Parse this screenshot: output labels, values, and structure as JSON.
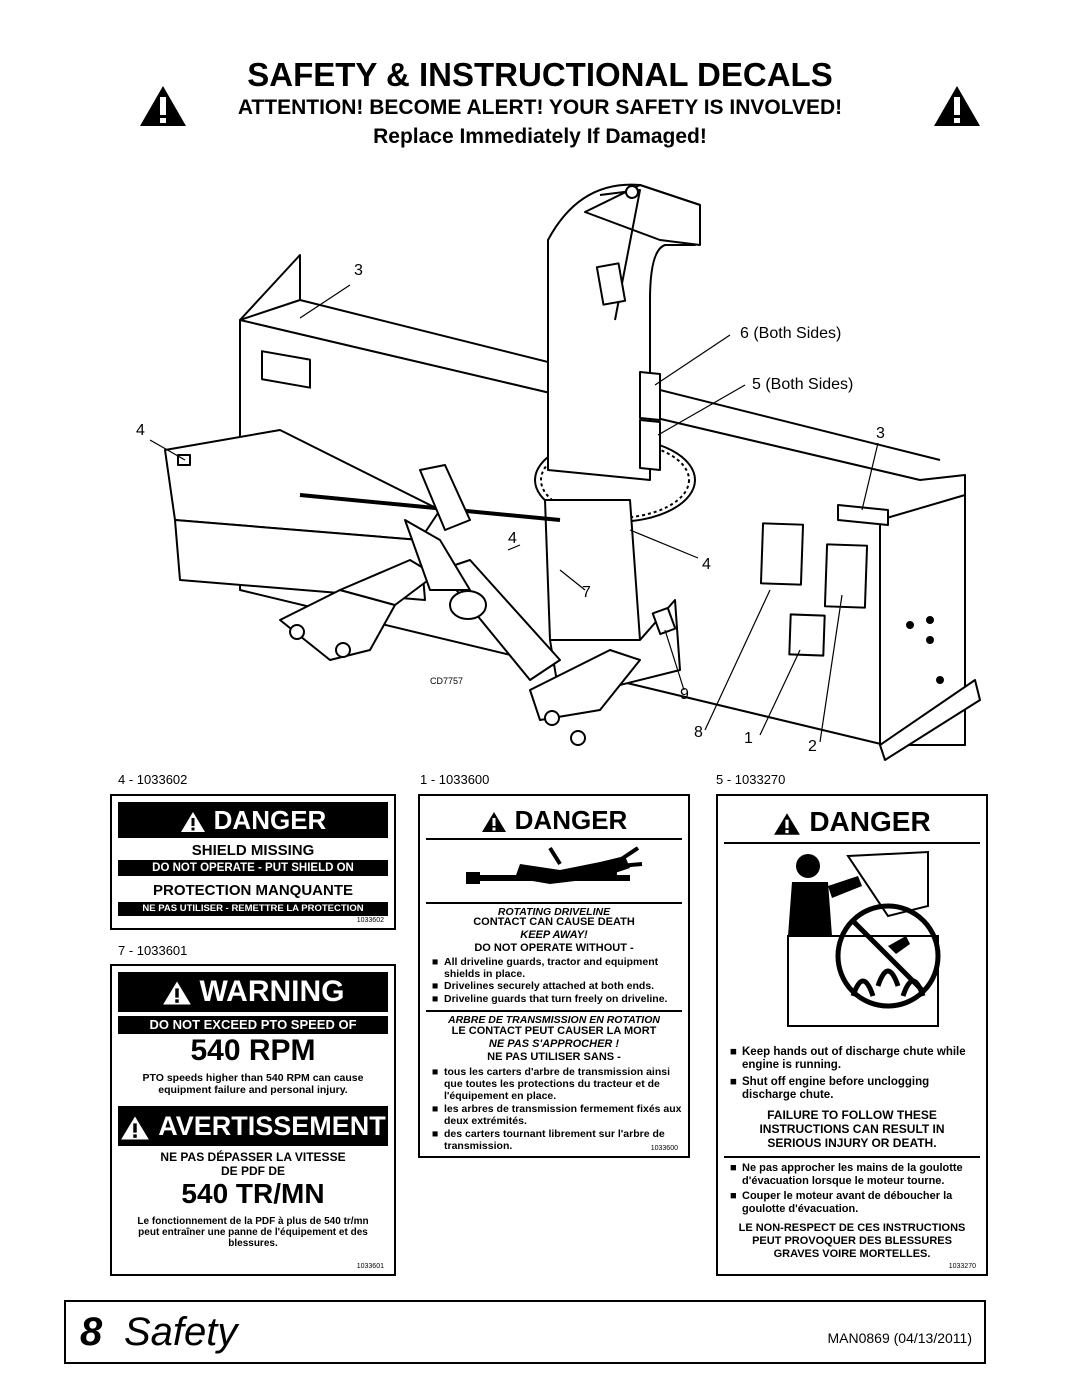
{
  "header": {
    "title": "SAFETY & INSTRUCTIONAL DECALS",
    "subtitle": "ATTENTION! BECOME ALERT! YOUR SAFETY IS INVOLVED!",
    "note": "Replace Immediately If Damaged!"
  },
  "figure": {
    "code": "CD7757",
    "callouts": {
      "c3a": "3",
      "c4a": "4",
      "c6": "6 (Both Sides)",
      "c5": "5 (Both Sides)",
      "c3b": "3",
      "c4b": "4",
      "c4c": "4",
      "c7": "7",
      "c9": "9",
      "c8": "8",
      "c1": "1",
      "c2": "2"
    }
  },
  "decal_refs": {
    "d4": "4 - 1033602",
    "d1": "1 - 1033600",
    "d5": "5 - 1033270",
    "d7": "7 - 1033601"
  },
  "decal4": {
    "signal": "DANGER",
    "l1": "SHIELD MISSING",
    "l2": "DO NOT OPERATE - PUT SHIELD ON",
    "l3": "PROTECTION MANQUANTE",
    "l4": "NE PAS UTILISER - REMETTRE LA PROTECTION",
    "part": "1033602"
  },
  "decal1": {
    "signal": "DANGER",
    "en_h1": "ROTATING DRIVELINE",
    "en_h2": "CONTACT CAN CAUSE DEATH",
    "en_h3": "KEEP AWAY!",
    "en_h4": "DO NOT OPERATE WITHOUT -",
    "en_b1": "All driveline guards, tractor and equipment shields in place.",
    "en_b2": "Drivelines securely attached at both ends.",
    "en_b3": "Driveline guards that turn freely on driveline.",
    "fr_h1": "ARBRE DE TRANSMISSION EN ROTATION",
    "fr_h2": "LE CONTACT PEUT CAUSER LA MORT",
    "fr_h3": "NE PAS S'APPROCHER !",
    "fr_h4": "NE PAS UTILISER SANS -",
    "fr_b1": "tous les carters d'arbre de transmission ainsi que toutes les protections du tracteur et de l'équipement en place.",
    "fr_b2": "les arbres de transmission fermement fixés aux deux extrémités.",
    "fr_b3": "des carters tournant librement sur l'arbre de transmission.",
    "part": "1033600"
  },
  "decal7": {
    "signal_en": "WARNING",
    "en_l1": "DO NOT EXCEED PTO SPEED OF",
    "en_big": "540 RPM",
    "en_l2": "PTO speeds higher than 540 RPM can cause equipment failure and personal injury.",
    "signal_fr": "AVERTISSEMENT",
    "fr_l1": "NE PAS DÉPASSER LA VITESSE",
    "fr_l1b": "DE PDF DE",
    "fr_big": "540 TR/MN",
    "fr_l2": "Le fonctionnement de la PDF à plus de 540 tr/mn peut entraîner une panne de l'équipement et des blessures.",
    "part": "1033601"
  },
  "decal5": {
    "signal": "DANGER",
    "en_b1": "Keep hands out of discharge chute while engine is running.",
    "en_b2": "Shut off engine before unclogging discharge chute.",
    "en_warn": "FAILURE TO FOLLOW THESE INSTRUCTIONS CAN RESULT IN SERIOUS INJURY OR DEATH.",
    "fr_b1": "Ne pas approcher les mains de la goulotte d'évacuation lorsque le moteur tourne.",
    "fr_b2": "Couper le moteur avant de déboucher la goulotte d'évacuation.",
    "fr_warn": "LE NON-RESPECT DE CES INSTRUCTIONS PEUT PROVOQUER DES BLESSURES GRAVES VOIRE MORTELLES.",
    "part": "1033270"
  },
  "footer": {
    "page_number": "8",
    "section": "Safety",
    "doc_id": "MAN0869 (04/13/2011)"
  }
}
